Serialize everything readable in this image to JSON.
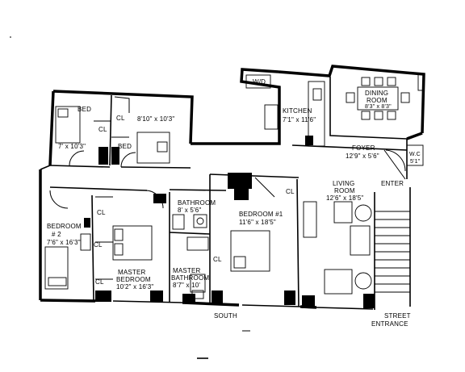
{
  "rooms": {
    "bed_small": "BED",
    "cl_a": "CL",
    "bed_small_dim": "7' x 10'3\"",
    "cl_b": "CL",
    "bed_main_dim": "8'10\" x 10'3\"",
    "bed_label_2": "BED",
    "wd": "W/D",
    "kitchen": "KITCHEN",
    "kitchen_dim": "7'1\" x 11'6\"",
    "dining": "DINING",
    "dining2": "ROOM",
    "dining_dim": "8'3\" x 8'3\"",
    "foyer": "FOYER",
    "foyer_dim": "12'9\" x 5'6\"",
    "wc": "W.C",
    "wc_dim": "5'1\"",
    "enter": "ENTER",
    "bedroom2": "BEDROOM",
    "bedroom2_num": "# 2",
    "bedroom2_dim": "7'6\" x 16'3\"",
    "cl_c": "CL",
    "cl_d": "CL",
    "bathroom": "BATHROOM",
    "bathroom_dim": "8' x 5'6\"",
    "bedroom1": "BEDROOM #1",
    "bedroom1_dim": "11'6\" x 18'5\"",
    "cl_e": "CL",
    "living": "LIVING",
    "living2": "ROOM",
    "living_dim": "12'6\" x 18'5\"",
    "cl_f": "CL",
    "master": "MASTER",
    "master2": "BEDROOM",
    "master_dim": "10'2\" x 16'3\"",
    "cl_g": "CL",
    "master_bath": "MASTER",
    "master_bath2": "BATHROOM",
    "master_bath_dim": "8'7\" x 10'",
    "south": "SOUTH",
    "street": "STREET",
    "street2": "ENTRANCE"
  }
}
